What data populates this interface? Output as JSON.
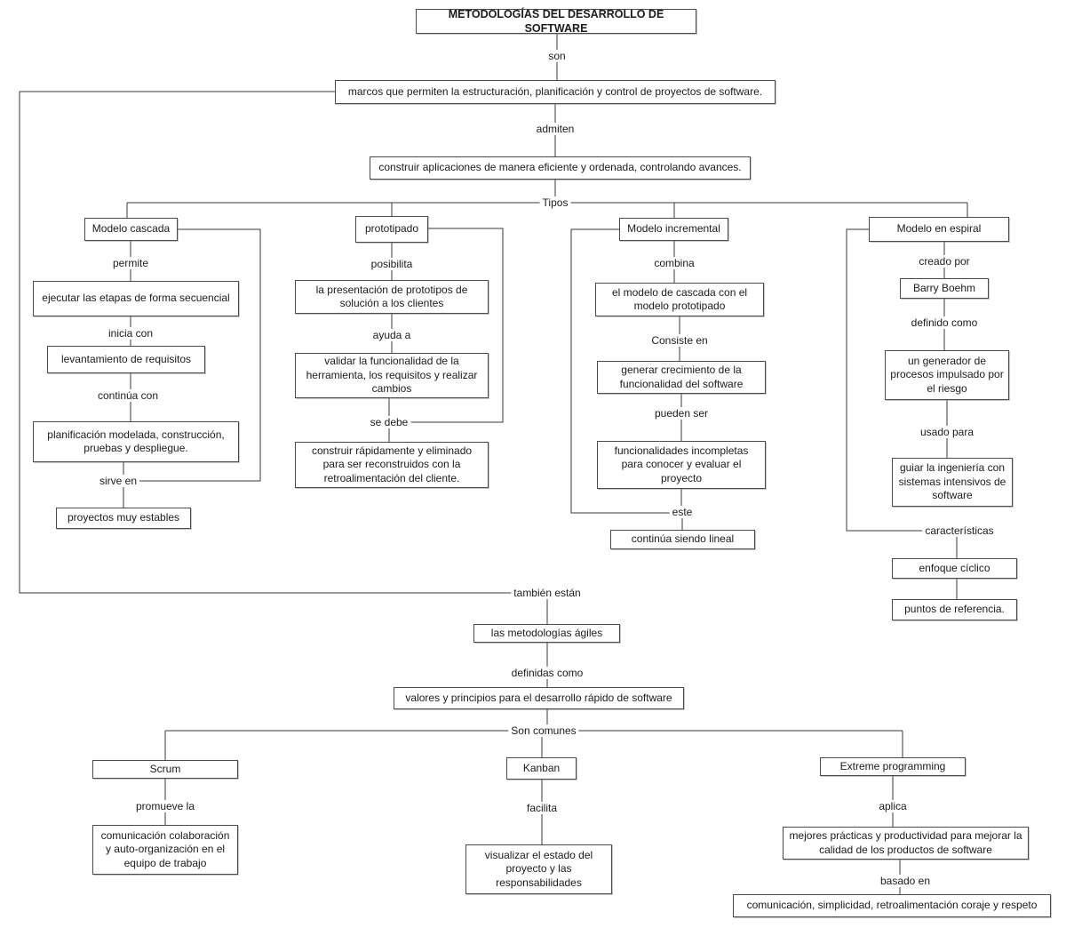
{
  "diagram_type": "concept-map",
  "language": "es",
  "topic": "Metodologías del desarrollo de software",
  "colors": {
    "background": "#ffffff",
    "line": "#3a3a3a",
    "text": "#1b1b1b",
    "box_border": "#4a4a4a"
  },
  "nodes": {
    "title": "METODOLOGÍAS DEL DESARROLLO DE SOFTWARE",
    "marcos": "marcos que permiten la estructuración, planificación y control de proyectos de software.",
    "construir_aplicaciones": "construir aplicaciones de manera eficiente y ordenada, controlando avances.",
    "modelo_cascada": "Modelo cascada",
    "ejecutar_etapas": "ejecutar las etapas de forma secuencial",
    "levantamiento": "levantamiento de requisitos",
    "planificacion": "planificación modelada, construcción, pruebas y despliegue.",
    "proyectos_estables": "proyectos muy estables",
    "prototipado": "prototipado",
    "presentacion_prototipos": "la presentación de prototipos de solución a los clientes",
    "validar_funcionalidad": "validar la funcionalidad de la herramienta, los requisitos y realizar cambios",
    "construir_rapidamente": "construir rápidamente y eliminado para ser reconstruidos con la retroalimentación del cliente.",
    "modelo_incremental": "Modelo incremental",
    "cascada_con_prototipado": "el modelo de cascada con el modelo prototipado",
    "generar_crecimiento": "generar crecimiento de la funcionalidad del software",
    "funcionalidades_incompletas": "funcionalidades incompletas para conocer y evaluar el proyecto",
    "continua_lineal": "continúa siendo lineal",
    "modelo_espiral": "Modelo en espiral",
    "barry_boehm": "Barry Boehm",
    "generador_procesos": "un generador de procesos impulsado por el riesgo",
    "guiar_ingenieria": "guiar la ingeniería con sistemas intensivos de software",
    "enfoque_ciclico": "enfoque cíclico",
    "puntos_referencia": "puntos de referencia.",
    "metodologias_agiles": "las metodologías ágiles",
    "valores_principios": "valores y principios para el desarrollo rápido de software",
    "scrum": "Scrum",
    "comunicacion_colaboracion": "comunicación colaboración y auto-organización en el equipo de trabajo",
    "kanban": "Kanban",
    "visualizar_estado": "visualizar el estado del proyecto y las responsabilidades",
    "extreme_programming": "Extreme programming",
    "mejores_practicas": "mejores prácticas y productividad para mejorar la calidad de los productos de software",
    "comunicacion_simplicidad": "comunicación, simplicidad, retroalimentación coraje y respeto"
  },
  "labels": {
    "son": "son",
    "admiten": "admiten",
    "tipos": "Tipos",
    "permite": "permite",
    "inicia_con": "inicia con",
    "continua_con": "continúa con",
    "sirve_en": "sirve en",
    "posibilita": "posibilita",
    "ayuda_a": "ayuda a",
    "se_debe": "se debe",
    "combina": "combina",
    "consiste_en": "Consiste en",
    "pueden_ser": "pueden ser",
    "este": "este",
    "creado_por": "creado por",
    "definido_como": "definido como",
    "usado_para": "usado para",
    "caracteristicas": "características",
    "tambien_estan": "también están",
    "definidas_como": "definidas como",
    "son_comunes": "Son comunes",
    "promueve_la": "promueve la",
    "facilita": "facilita",
    "aplica": "aplica",
    "basado_en": "basado en"
  }
}
